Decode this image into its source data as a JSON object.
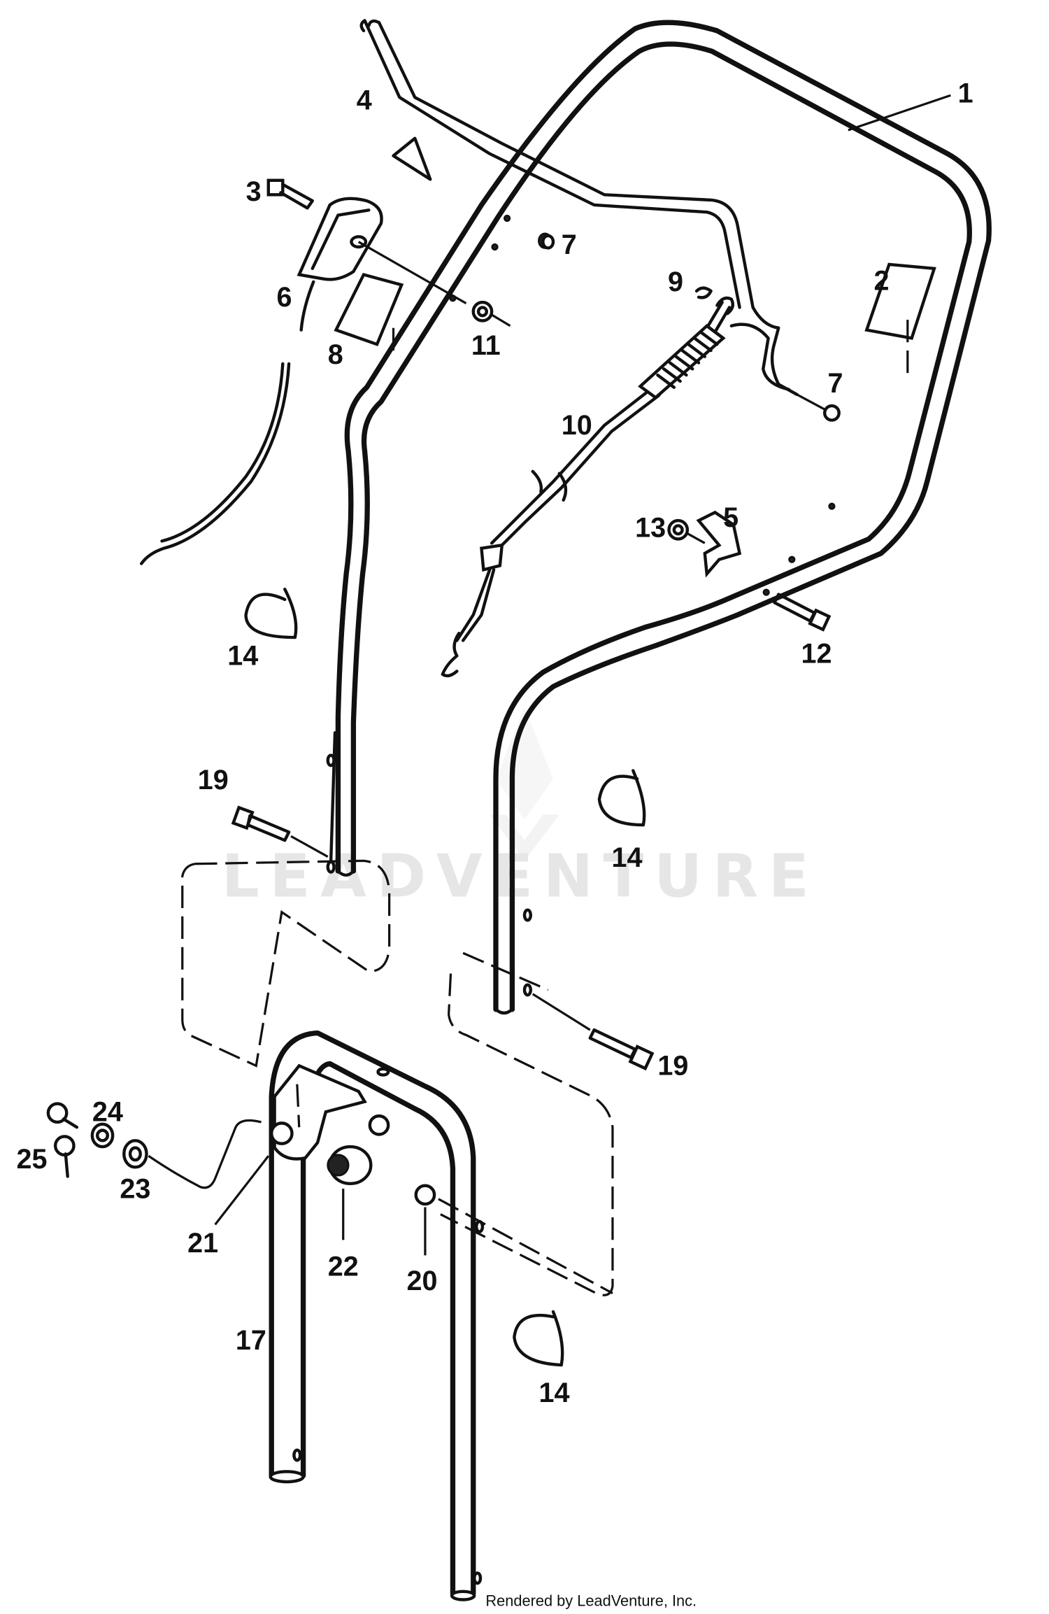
{
  "callouts": {
    "n1": "1",
    "n2": "2",
    "n3": "3",
    "n4": "4",
    "n5": "5",
    "n6": "6",
    "n7a": "7",
    "n7b": "7",
    "n8": "8",
    "n9": "9",
    "n10": "10",
    "n11": "11",
    "n12": "12",
    "n13": "13",
    "n14a": "14",
    "n14b": "14",
    "n14c": "14",
    "n17": "17",
    "n19a": "19",
    "n19b": "19",
    "n20": "20",
    "n21": "21",
    "n22": "22",
    "n23": "23",
    "n24": "24",
    "n25": "25"
  },
  "watermark": "LEADVENTURE",
  "footer": "Rendered by LeadVenture, Inc."
}
